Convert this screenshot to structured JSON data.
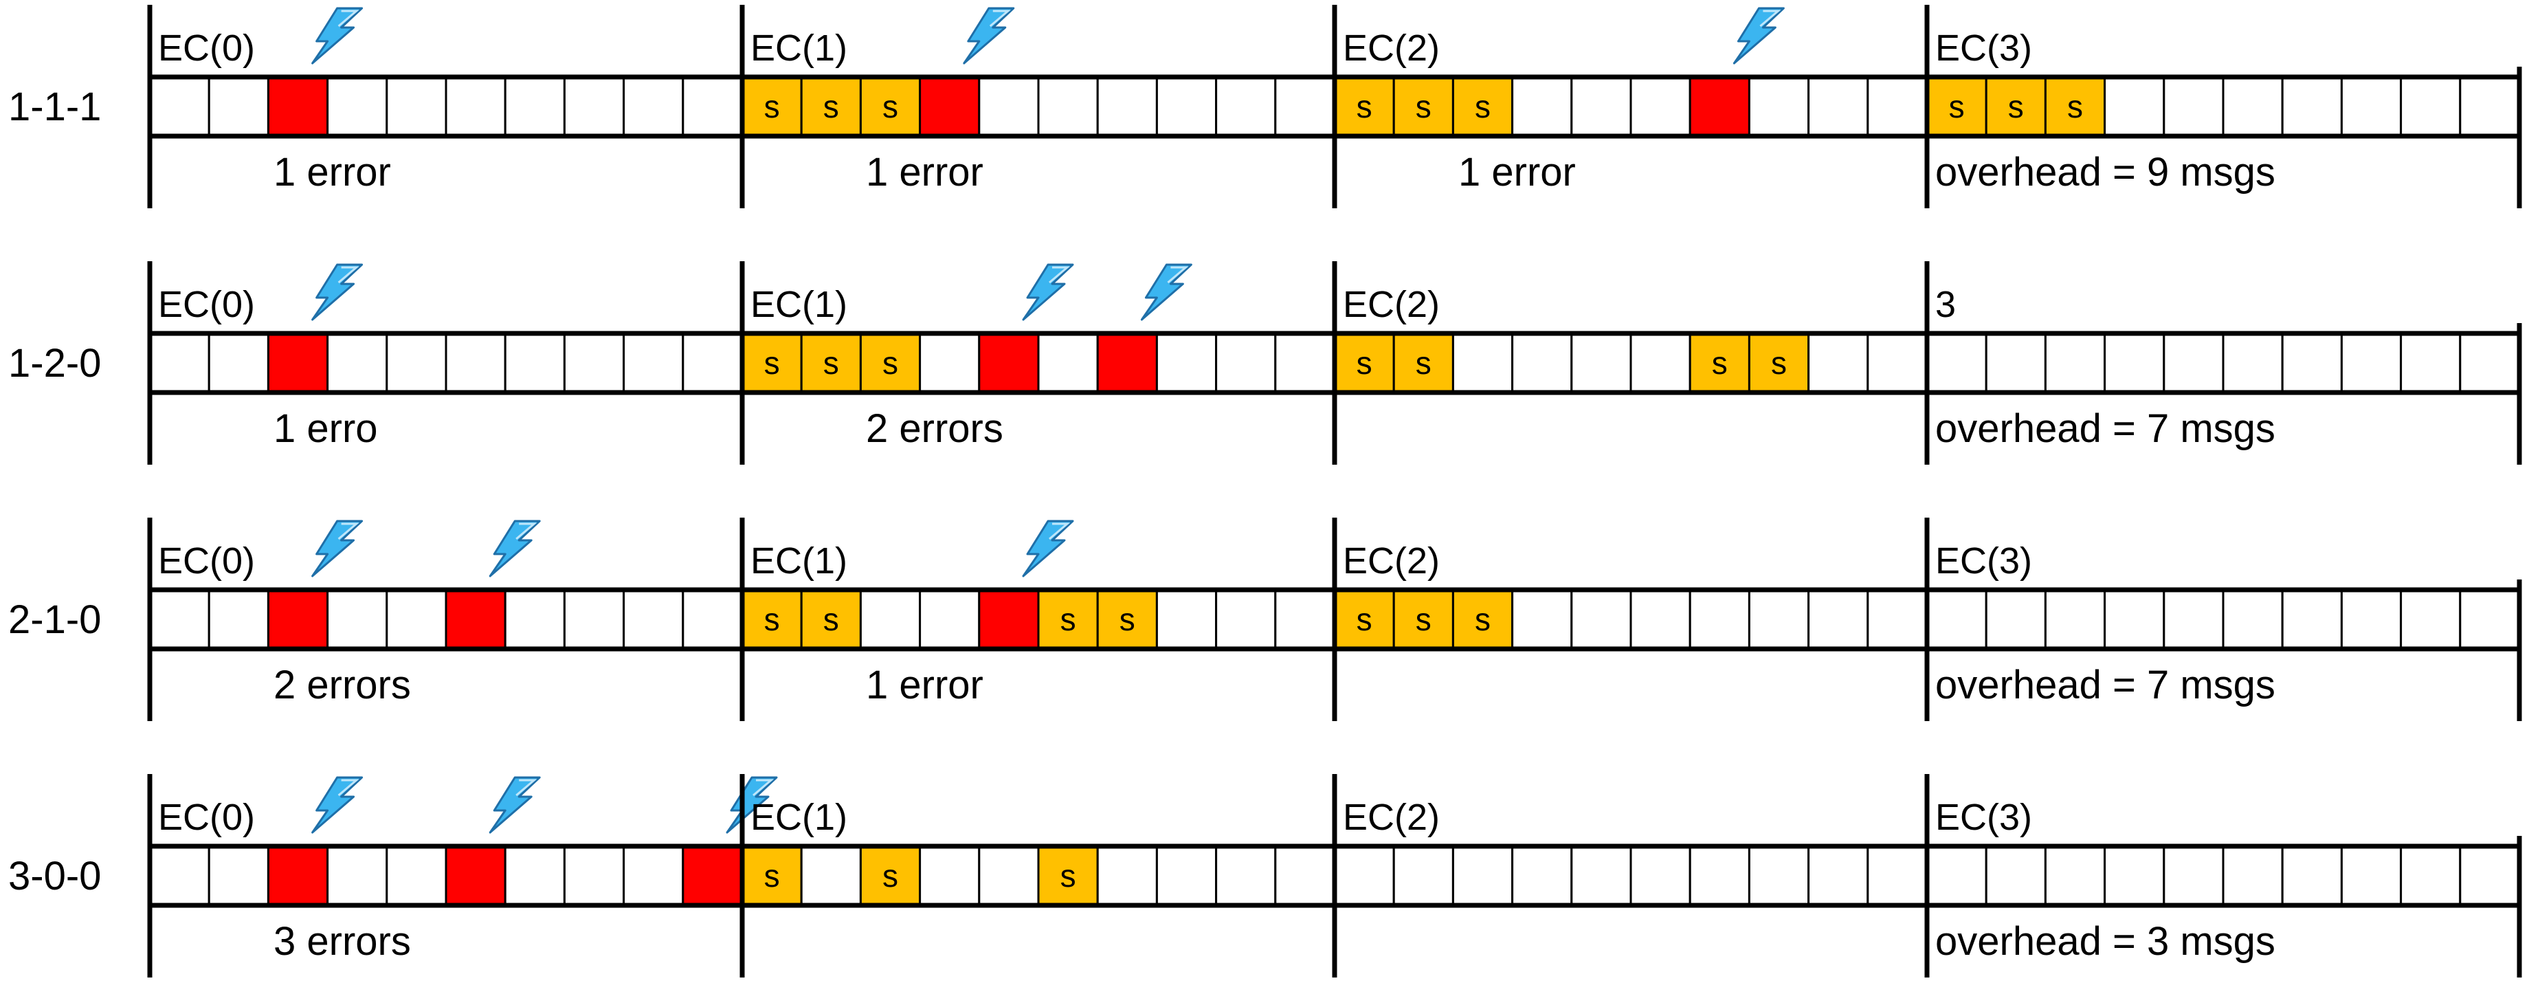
{
  "colors": {
    "sent": "#FFC000",
    "error": "#FF0000",
    "empty": "#FFFFFF",
    "line": "#000000",
    "bolt_fill": "#3BB5F0",
    "bolt_stroke": "#1F6FA8"
  },
  "cell_code_legend": {
    "0": "empty",
    "1": "sent",
    "2": "error"
  },
  "sent_label": "s",
  "rows": [
    {
      "label": "1-1-1",
      "epochs": [
        {
          "label": "EC(0)",
          "note": "1 error",
          "cells": [
            0,
            0,
            2,
            0,
            0,
            0,
            0,
            0,
            0,
            0
          ],
          "bolts": [
            2
          ]
        },
        {
          "label": "EC(1)",
          "note": "1 error",
          "cells": [
            1,
            1,
            1,
            2,
            0,
            0,
            0,
            0,
            0,
            0
          ],
          "bolts": [
            3
          ]
        },
        {
          "label": "EC(2)",
          "note": "1 error",
          "cells": [
            1,
            1,
            1,
            0,
            0,
            0,
            2,
            0,
            0,
            0
          ],
          "bolts": [
            6
          ]
        },
        {
          "label": "EC(3)",
          "note": "overhead = 9 msgs",
          "cells": [
            1,
            1,
            1,
            0,
            0,
            0,
            0,
            0,
            0,
            0
          ],
          "bolts": []
        }
      ]
    },
    {
      "label": "1-2-0",
      "epochs": [
        {
          "label": "EC(0)",
          "note": "1 erro",
          "cells": [
            0,
            0,
            2,
            0,
            0,
            0,
            0,
            0,
            0,
            0
          ],
          "bolts": [
            2
          ]
        },
        {
          "label": "EC(1)",
          "note": "2 errors",
          "cells": [
            1,
            1,
            1,
            0,
            2,
            0,
            2,
            0,
            0,
            0
          ],
          "bolts": [
            4,
            6
          ]
        },
        {
          "label": "EC(2)",
          "note": "",
          "cells": [
            1,
            1,
            0,
            0,
            0,
            0,
            1,
            1,
            0,
            0
          ],
          "bolts": []
        },
        {
          "label": "3",
          "note": "overhead = 7 msgs",
          "cells": [
            0,
            0,
            0,
            0,
            0,
            0,
            0,
            0,
            0,
            0
          ],
          "bolts": []
        }
      ]
    },
    {
      "label": "2-1-0",
      "epochs": [
        {
          "label": "EC(0)",
          "note": "2 errors",
          "cells": [
            0,
            0,
            2,
            0,
            0,
            2,
            0,
            0,
            0,
            0
          ],
          "bolts": [
            2,
            5
          ]
        },
        {
          "label": "EC(1)",
          "note": "1 error",
          "cells": [
            1,
            1,
            0,
            0,
            2,
            1,
            1,
            0,
            0,
            0
          ],
          "bolts": [
            4
          ]
        },
        {
          "label": "EC(2)",
          "note": "",
          "cells": [
            1,
            1,
            1,
            0,
            0,
            0,
            0,
            0,
            0,
            0
          ],
          "bolts": []
        },
        {
          "label": "EC(3)",
          "note": "overhead = 7 msgs",
          "cells": [
            0,
            0,
            0,
            0,
            0,
            0,
            0,
            0,
            0,
            0
          ],
          "bolts": []
        }
      ]
    },
    {
      "label": "3-0-0",
      "epochs": [
        {
          "label": "EC(0)",
          "note": "3 errors",
          "cells": [
            0,
            0,
            2,
            0,
            0,
            2,
            0,
            0,
            0,
            2
          ],
          "bolts": [
            2,
            5,
            9
          ]
        },
        {
          "label": "EC(1)",
          "note": "",
          "cells": [
            1,
            0,
            1,
            0,
            0,
            1,
            0,
            0,
            0,
            0
          ],
          "bolts": []
        },
        {
          "label": "EC(2)",
          "note": "",
          "cells": [
            0,
            0,
            0,
            0,
            0,
            0,
            0,
            0,
            0,
            0
          ],
          "bolts": []
        },
        {
          "label": "EC(3)",
          "note": "overhead = 3 msgs",
          "cells": [
            0,
            0,
            0,
            0,
            0,
            0,
            0,
            0,
            0,
            0
          ],
          "bolts": []
        }
      ]
    }
  ]
}
